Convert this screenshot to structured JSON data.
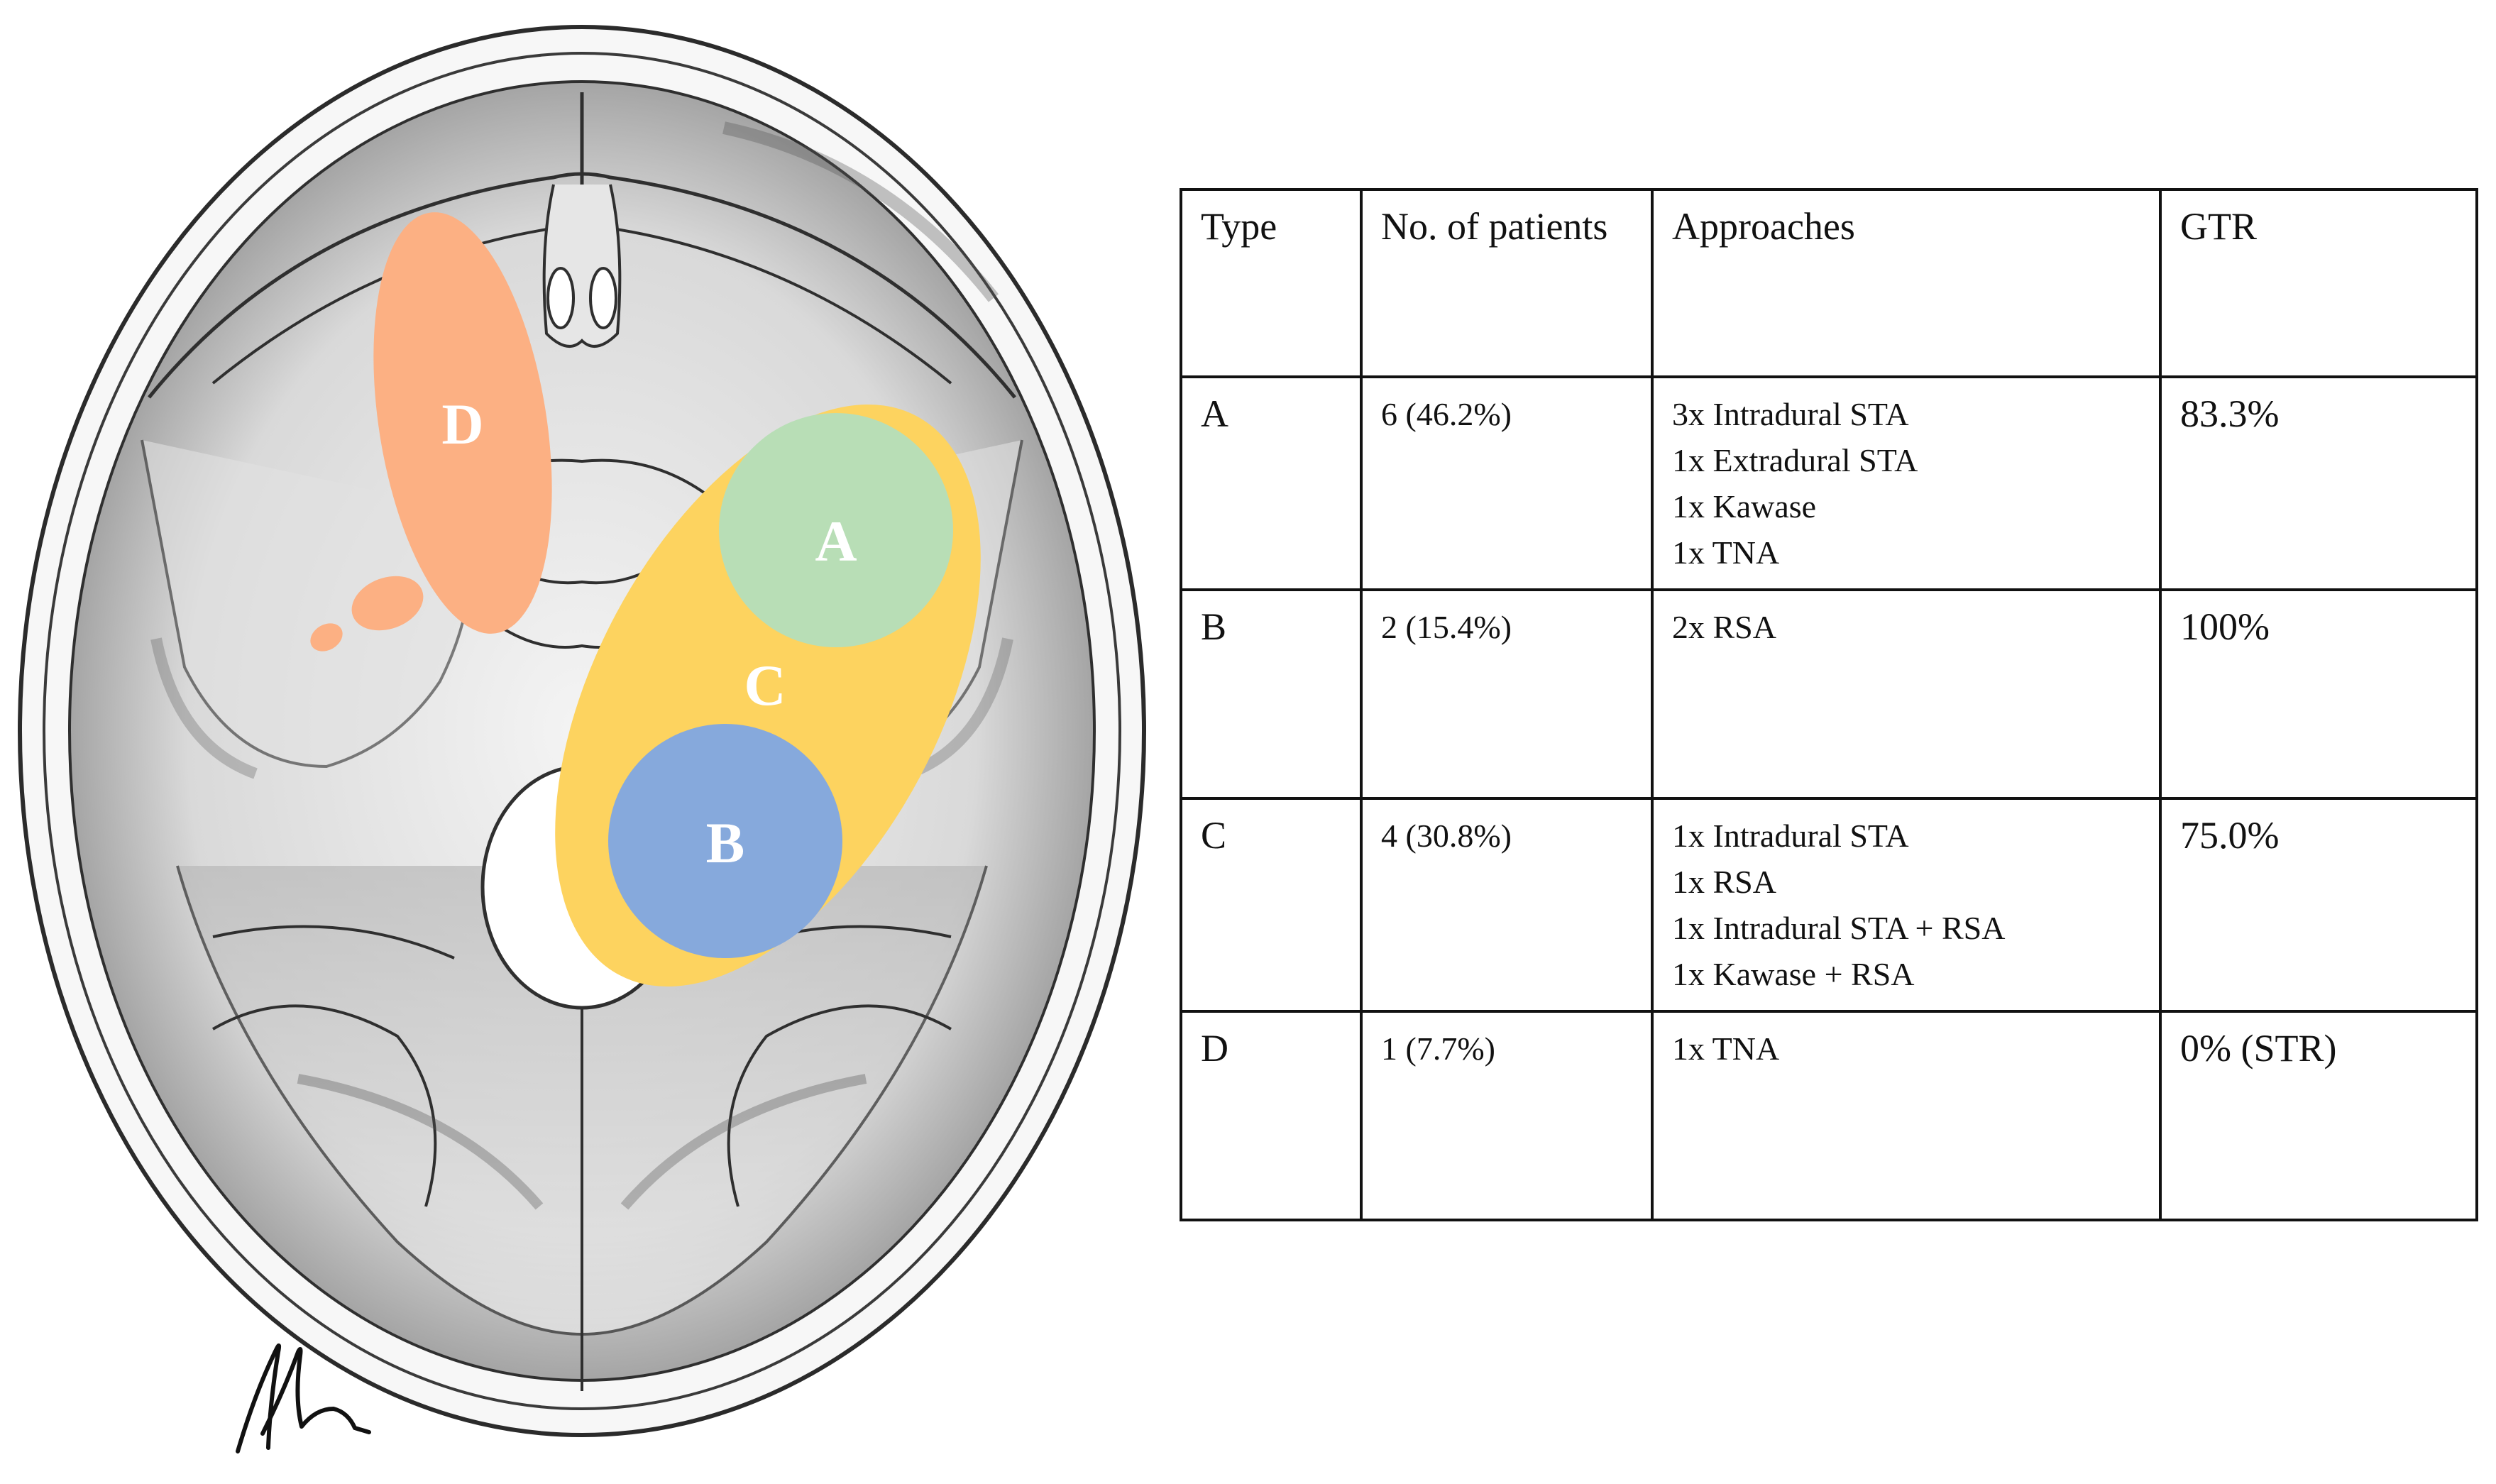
{
  "diagram": {
    "zones": [
      {
        "id": "A",
        "label": "A",
        "color": "#b8deb6"
      },
      {
        "id": "B",
        "label": "B",
        "color": "#86a9dc"
      },
      {
        "id": "C",
        "label": "C",
        "color": "#fdd35f"
      },
      {
        "id": "D",
        "label": "D",
        "color": "#fcb083"
      }
    ],
    "skull_line_color": "#2b2b2b",
    "shading_color": "#8d8d8d"
  },
  "table": {
    "headers": {
      "type": "Type",
      "count": "No. of patients",
      "approaches": "Approaches",
      "gtr": "GTR"
    },
    "rows": [
      {
        "type": "A",
        "count": "6 (46.2%)",
        "approaches": [
          "3x Intradural STA",
          "1x Extradural STA",
          "1x Kawase",
          "1x TNA"
        ],
        "gtr": "83.3%"
      },
      {
        "type": "B",
        "count": "2 (15.4%)",
        "approaches": [
          "2x RSA"
        ],
        "gtr": "100%"
      },
      {
        "type": "C",
        "count": "4 (30.8%)",
        "approaches": [
          "1x Intradural STA",
          "1x RSA",
          "1x Intradural STA + RSA",
          "1x Kawase + RSA"
        ],
        "gtr": "75.0%"
      },
      {
        "type": "D",
        "count": "1 (7.7%)",
        "approaches": [
          "1x TNA"
        ],
        "gtr": "0% (STR)"
      }
    ]
  }
}
